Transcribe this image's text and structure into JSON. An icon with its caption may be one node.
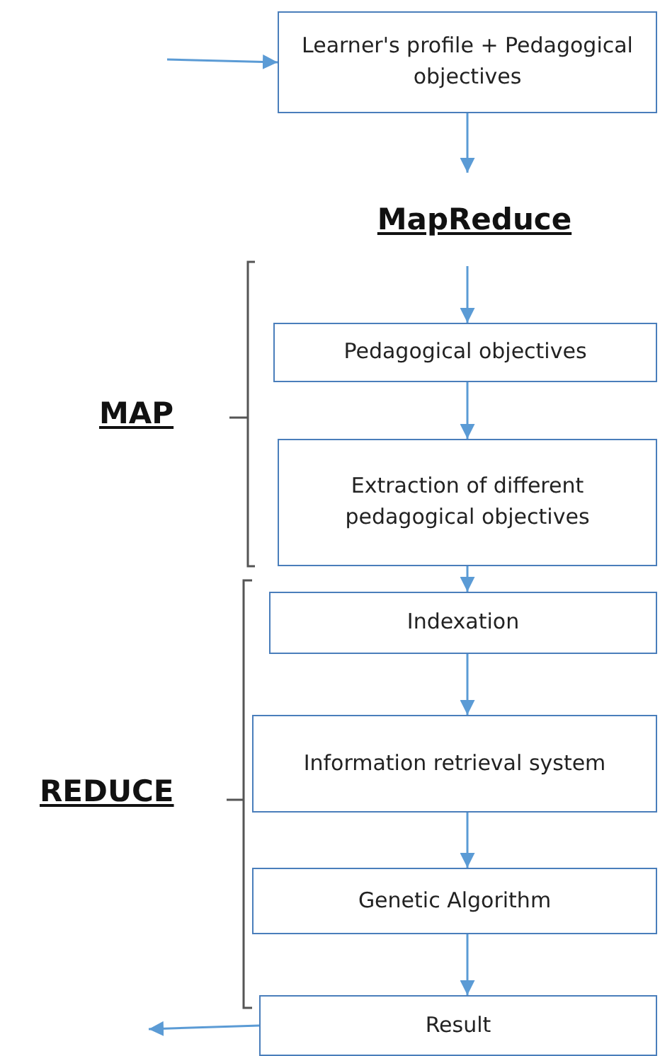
{
  "diagram": {
    "nodes": [
      {
        "text": [
          "Learner's profile + Pedagogical objectives"
        ]
      },
      {
        "text": [
          "MapReduce"
        ]
      },
      {
        "text": [
          "Pedagogical objectives"
        ]
      },
      {
        "text": [
          "Extraction of different pedagogical objectives"
        ]
      },
      {
        "text": [
          "Indexation"
        ]
      },
      {
        "text": [
          "Information retrieval system"
        ]
      },
      {
        "text": [
          "Genetic Algorithm"
        ]
      },
      {
        "text": [
          "Result"
        ]
      }
    ],
    "edges": [
      {
        "from": null,
        "to": 0,
        "arrow": "to"
      },
      {
        "from": 0,
        "to": 1,
        "arrow": "to"
      },
      {
        "from": 1,
        "to": 2,
        "arrow": "to"
      },
      {
        "from": 2,
        "to": 3,
        "arrow": "to"
      },
      {
        "from": 3,
        "to": 4,
        "arrow": "to"
      },
      {
        "from": 4,
        "to": 5,
        "arrow": "to"
      },
      {
        "from": 5,
        "to": 6,
        "arrow": "to"
      },
      {
        "from": 6,
        "to": 7,
        "arrow": "to"
      },
      {
        "from": 7,
        "to": null,
        "arrow": "to"
      }
    ],
    "labels": [
      "MAP",
      "REDUCE"
    ]
  }
}
